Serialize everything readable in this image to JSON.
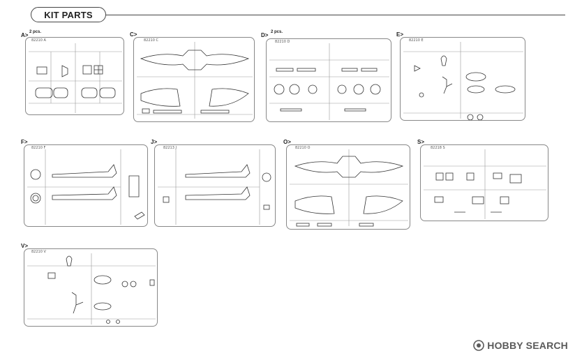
{
  "header": {
    "title": "KIT PARTS"
  },
  "sprues": [
    {
      "id": "A",
      "letter": "A>",
      "count": "2 pcs.",
      "code": "82210 A"
    },
    {
      "id": "C",
      "letter": "C>",
      "count": "",
      "code": "82210 C"
    },
    {
      "id": "D",
      "letter": "D>",
      "count": "2 pcs.",
      "code": "82210 D"
    },
    {
      "id": "E",
      "letter": "E>",
      "count": "",
      "code": "82210 E"
    },
    {
      "id": "F",
      "letter": "F>",
      "count": "",
      "code": "82210 F"
    },
    {
      "id": "J",
      "letter": "J>",
      "count": "",
      "code": "82213 J"
    },
    {
      "id": "O",
      "letter": "O>",
      "count": "",
      "code": "82210 O"
    },
    {
      "id": "S",
      "letter": "S>",
      "count": "",
      "code": "82218 S"
    },
    {
      "id": "V",
      "letter": "V>",
      "count": "",
      "code": "82210 V"
    }
  ],
  "watermark": {
    "text": "HOBBY SEARCH",
    "icon": "hobby-search-logo"
  },
  "colors": {
    "ink": "#222222",
    "frame": "#888888",
    "line": "#9a9a9a",
    "watermark": "#5a5a5a"
  }
}
